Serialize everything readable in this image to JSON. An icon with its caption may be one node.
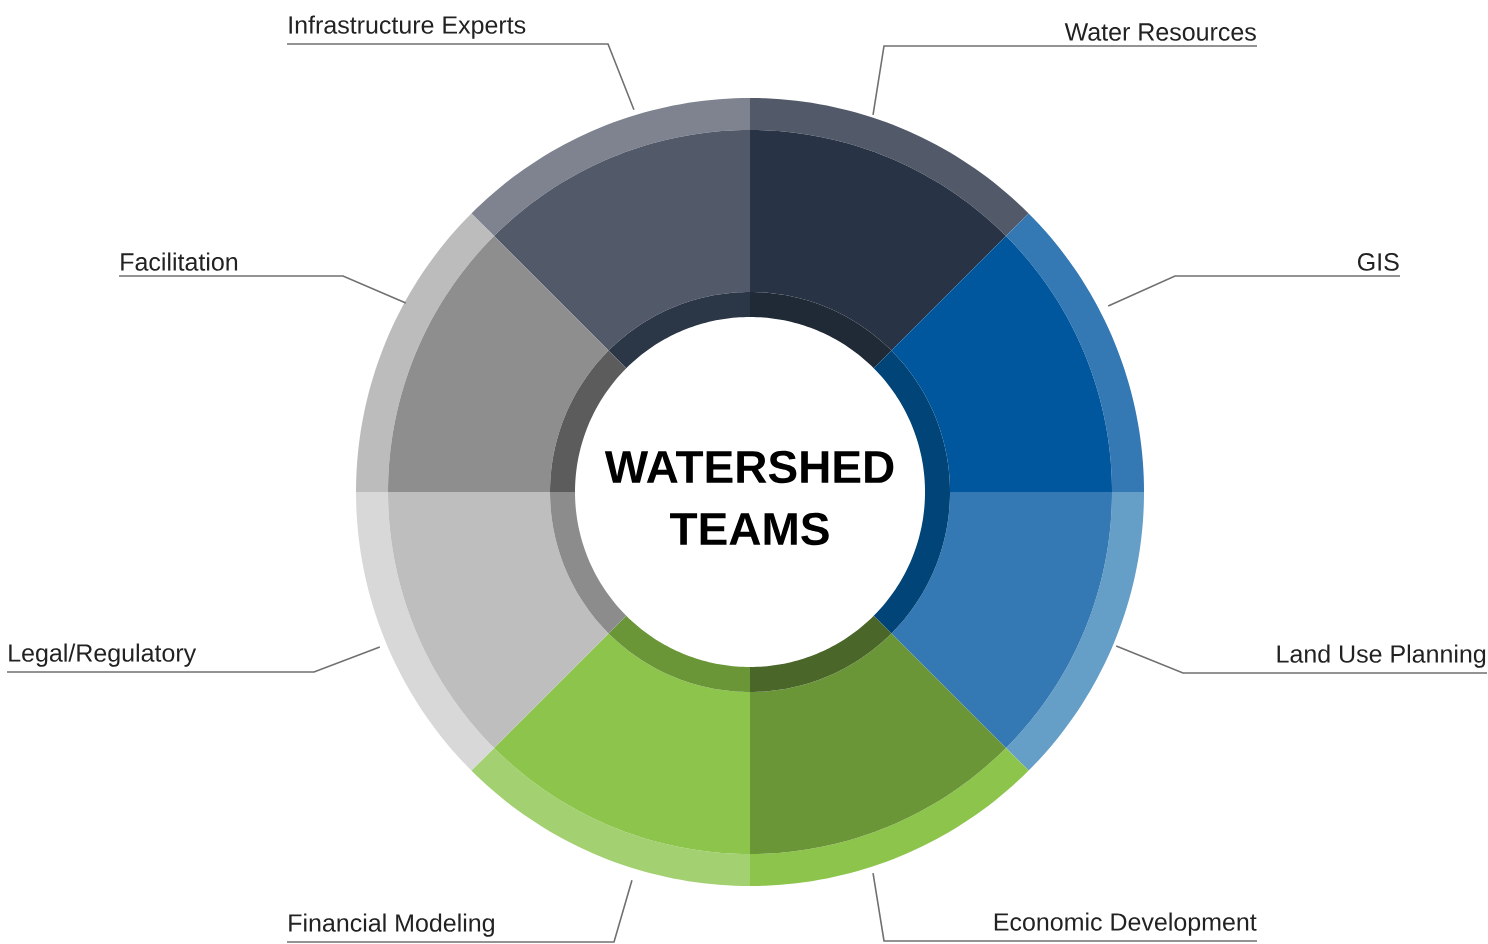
{
  "diagram": {
    "nodes": [
      {
        "text": [
          "WATERSHED TEAMS"
        ]
      },
      {
        "text": [
          "Infrastructure Experts"
        ]
      },
      {
        "text": [
          "Water Resources"
        ]
      },
      {
        "text": [
          "Facilitation"
        ]
      },
      {
        "text": [
          "GIS"
        ]
      },
      {
        "text": [
          "Legal/Regulatory"
        ]
      },
      {
        "text": [
          "Land Use Planning"
        ]
      },
      {
        "text": [
          "Financial Modeling"
        ]
      },
      {
        "text": [
          "Economic Development"
        ]
      },
      {
        "text": [],
        "shape": "segment"
      },
      {
        "text": [],
        "shape": "segment"
      },
      {
        "text": [],
        "shape": "segment"
      },
      {
        "text": [],
        "shape": "segment"
      },
      {
        "text": [],
        "shape": "segment"
      },
      {
        "text": [],
        "shape": "segment"
      },
      {
        "text": [],
        "shape": "segment"
      },
      {
        "text": [],
        "shape": "segment"
      }
    ],
    "edges": [
      {
        "from": 1,
        "to": 9,
        "arrow": "none"
      },
      {
        "from": 2,
        "to": 10,
        "arrow": "none"
      },
      {
        "from": 3,
        "to": 16,
        "arrow": "none"
      },
      {
        "from": 4,
        "to": 11,
        "arrow": "none"
      },
      {
        "from": 5,
        "to": 15,
        "arrow": "none"
      },
      {
        "from": 6,
        "to": 12,
        "arrow": "none"
      },
      {
        "from": 7,
        "to": 14,
        "arrow": "none"
      },
      {
        "from": 8,
        "to": 13,
        "arrow": "none"
      }
    ]
  }
}
